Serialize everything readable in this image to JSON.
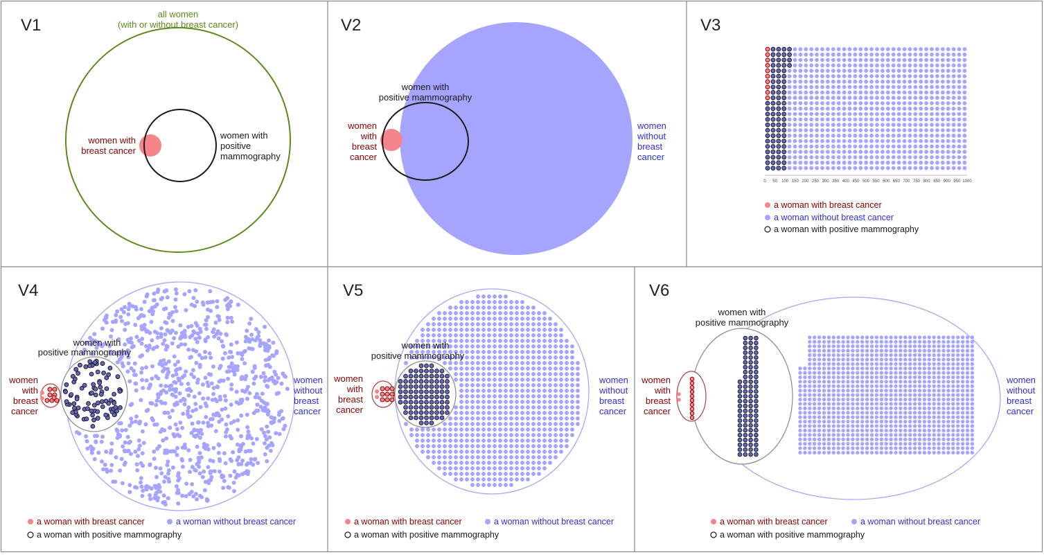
{
  "colors": {
    "frame": "#888888",
    "cancer": "#f5858b",
    "cancer_dark": "#8b0000",
    "no_cancer": "#a5a5ff",
    "no_cancer_text": "#3030d8",
    "positive_ring": "#1a1a2e",
    "positive_fill": "#6868b8",
    "all_women": "#5a8a1a",
    "gray_ring": "#909090",
    "red_ring": "#b04040",
    "text": "#1a1a1a"
  },
  "panels": {
    "v1": {
      "label": "V1",
      "all_women_line1": "all women",
      "all_women_line2": "(with or without breast cancer)",
      "cancer_line1": "women with",
      "cancer_line2": "breast cancer",
      "positive_line1": "women with",
      "positive_line2": "positive",
      "positive_line3": "mammography"
    },
    "v2": {
      "label": "V2",
      "positive_line1": "women with",
      "positive_line2": "positive mammography",
      "cancer_line1": "women",
      "cancer_line2": "with",
      "cancer_line3": "breast",
      "cancer_line4": "cancer",
      "nocancer_line1": "women",
      "nocancer_line2": "without",
      "nocancer_line3": "breast",
      "nocancer_line4": "cancer"
    },
    "v3": {
      "label": "V3",
      "axis_ticks": [
        "0",
        "50",
        "100",
        "150",
        "200",
        "250",
        "300",
        "350",
        "400",
        "450",
        "500",
        "550",
        "600",
        "650",
        "700",
        "750",
        "800",
        "850",
        "900",
        "950",
        "1000"
      ],
      "legend_cancer": "a woman with breast cancer",
      "legend_nocancer": "a woman without breast cancer",
      "legend_positive": "a woman with positive mammography"
    },
    "v4": {
      "label": "V4",
      "positive_line1": "women with",
      "positive_line2": "positive mammography",
      "cancer_line1": "women",
      "cancer_line2": "with",
      "cancer_line3": "breast",
      "cancer_line4": "cancer",
      "nocancer_line1": "women",
      "nocancer_line2": "without",
      "nocancer_line3": "breast",
      "nocancer_line4": "cancer",
      "legend_cancer": "a woman with breast cancer",
      "legend_nocancer": "a woman without breast cancer",
      "legend_positive": "a woman with positive mammography"
    },
    "v5": {
      "label": "V5",
      "positive_line1": "women with",
      "positive_line2": "positive mammography",
      "cancer_line1": "women",
      "cancer_line2": "with",
      "cancer_line3": "breast",
      "cancer_line4": "cancer",
      "nocancer_line1": "women",
      "nocancer_line2": "without",
      "nocancer_line3": "breast",
      "nocancer_line4": "cancer",
      "legend_cancer": "a woman with breast cancer",
      "legend_nocancer": "a woman without breast cancer",
      "legend_positive": "a woman with positive mammography"
    },
    "v6": {
      "label": "V6",
      "positive_line1": "women with",
      "positive_line2": "positive mammography",
      "cancer_line1": "women",
      "cancer_line2": "with",
      "cancer_line3": "breast",
      "cancer_line4": "cancer",
      "nocancer_line1": "women",
      "nocancer_line2": "without",
      "nocancer_line3": "breast",
      "nocancer_line4": "cancer",
      "legend_cancer": "a woman with breast cancer",
      "legend_nocancer": "a woman without breast cancer",
      "legend_positive": "a woman with positive mammography"
    }
  }
}
